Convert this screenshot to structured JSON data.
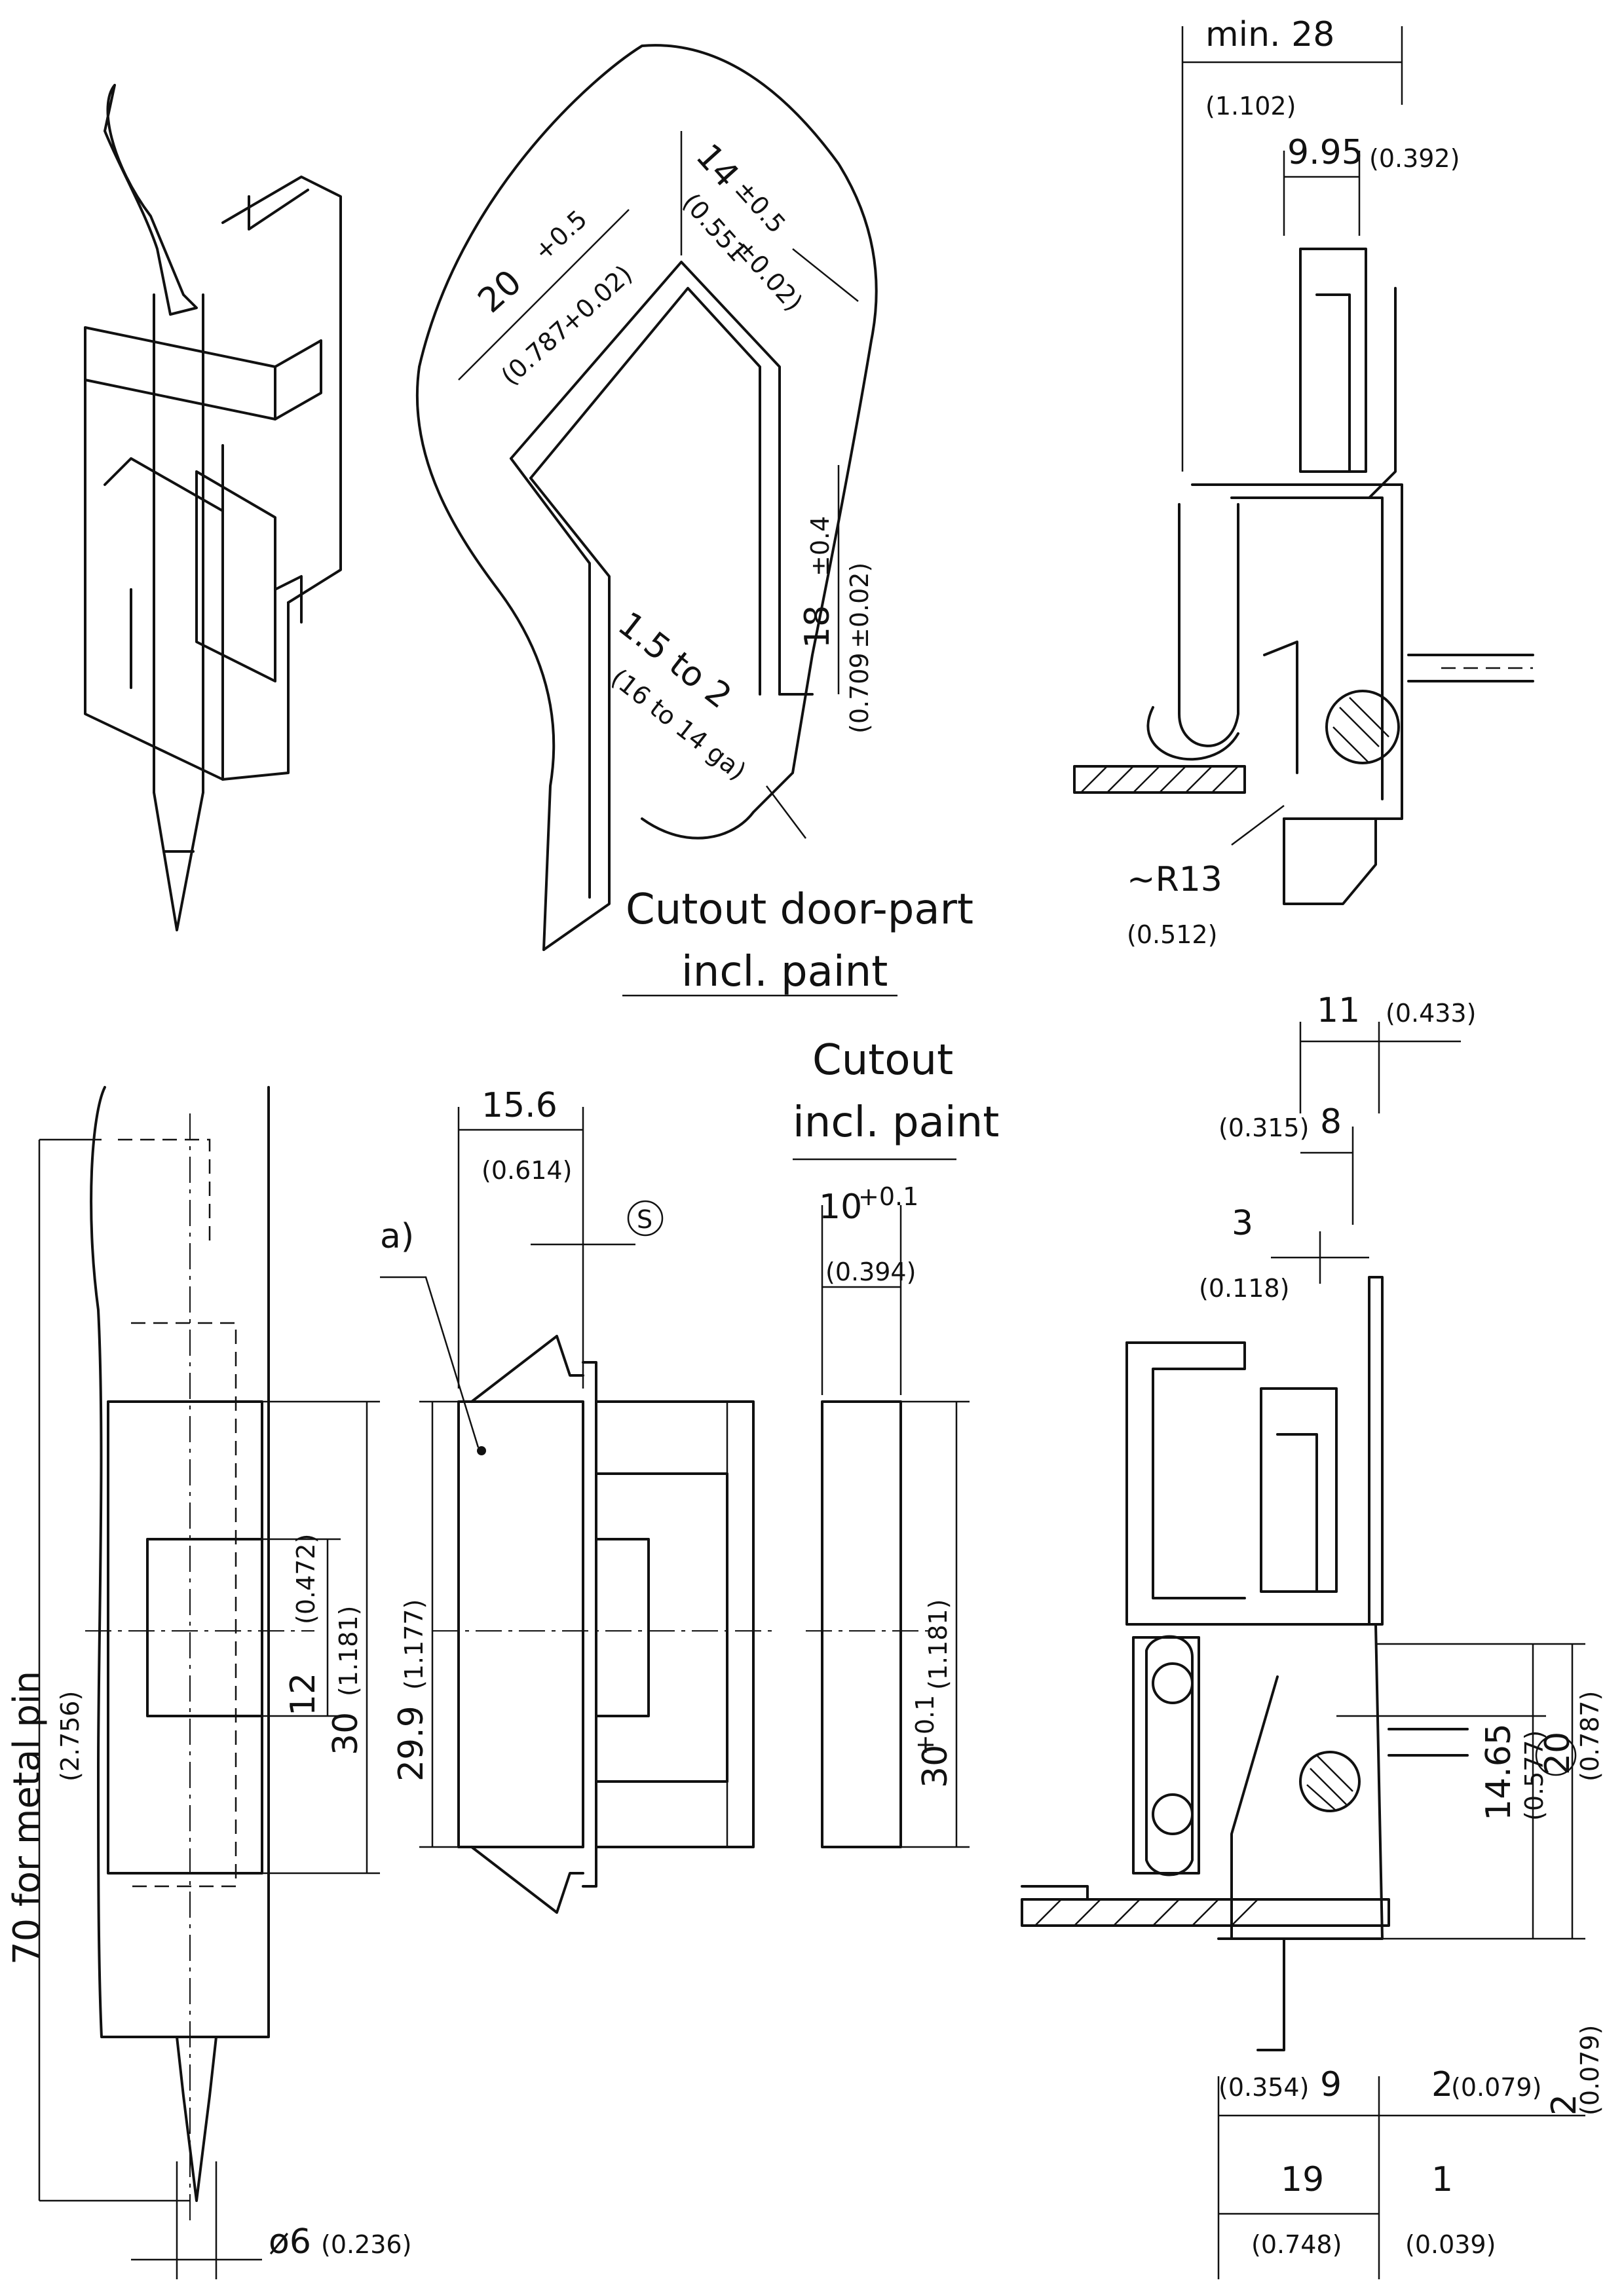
{
  "dimensions": {
    "min28": "min. 28",
    "min28_in": "(1.102)",
    "d9_95": "9.95",
    "d9_95_in": "(0.392)",
    "d14": "14",
    "d14_tol": "±0.5",
    "d14_in": "(0.551",
    "d14_in_tol": "±0.02)",
    "d20": "20",
    "d20_tol": "+0.5",
    "d20_in": "(0.787",
    "d20_in_tol": "+0.02)",
    "d18": "18",
    "d18_tol": "±0.4",
    "d18_in": "(0.709",
    "d18_in_tol": "±0.02)",
    "d1_5": "1.5 to 2",
    "d1_5_gauge": "(16 to 14 ga)",
    "r13": "~R13",
    "r13_in": "(0.512)",
    "d15_6": "15.6",
    "d15_6_in": "(0.614)",
    "s_mark": "S",
    "note_a": "a)",
    "d10": "10",
    "d10_tol": "+0.1",
    "d10_in": "(0.394)",
    "d70": "70 for metal pin",
    "d70_in": "(2.756)",
    "d12": "12",
    "d12_in": "(0.472)",
    "d30": "30",
    "d30_in": "(1.181)",
    "d29_9": "29.9",
    "d29_9_in": "(1.177)",
    "d30c": "30",
    "d30c_tol": "+0.1",
    "d30c_in": "(1.181)",
    "d6": "ø6",
    "d6_in": "(0.236)",
    "d11": "11",
    "d11_in": "(0.433)",
    "d8": "8",
    "d8_in": "(0.315)",
    "d3": "3",
    "d3_in": "(0.118)",
    "d14_65": "14.65",
    "d14_65_in": "(0.577)",
    "d20c": "20",
    "d20c_in": "(0.787)",
    "d9": "9",
    "d9_in": "(0.354)",
    "d2a": "2",
    "d2a_in": "(0.079)",
    "d2b": "2",
    "d2b_in": "(0.079)",
    "d19": "19",
    "d19_in": "(0.748)",
    "d1": "1",
    "d1_in": "(0.039)"
  },
  "labels": {
    "cutout_door_1": "Cutout door-part",
    "cutout_door_2": "incl. paint",
    "cutout_1": "Cutout",
    "cutout_2": "incl. paint"
  }
}
